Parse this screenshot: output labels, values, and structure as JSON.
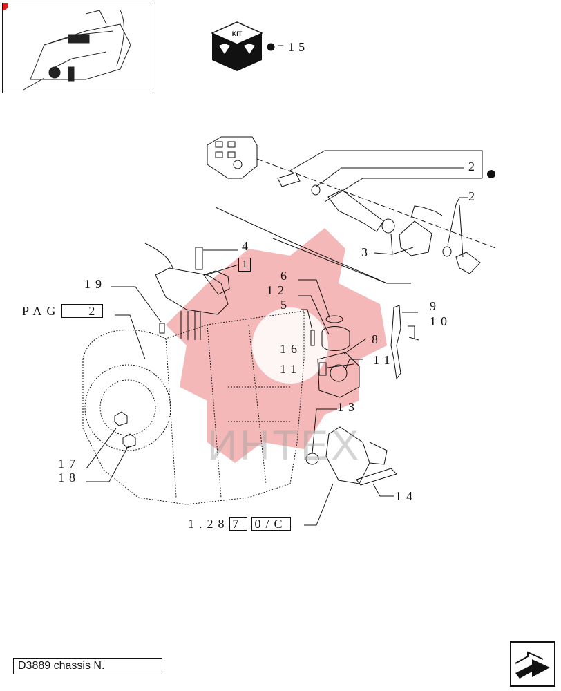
{
  "kit": {
    "label": "KIT",
    "quantity": "=15"
  },
  "page_ref": {
    "label": "PAG",
    "value": "2"
  },
  "section_ref": {
    "prefix": "1.28",
    "boxed_number": "7",
    "boxed_suffix": "0/C"
  },
  "ref_box_1": "1",
  "callouts": [
    {
      "id": "2a",
      "text": "2"
    },
    {
      "id": "2b",
      "text": "2"
    },
    {
      "id": "3",
      "text": "3"
    },
    {
      "id": "4",
      "text": "4"
    },
    {
      "id": "5",
      "text": "5"
    },
    {
      "id": "6",
      "text": "6"
    },
    {
      "id": "8",
      "text": "8"
    },
    {
      "id": "9",
      "text": "9"
    },
    {
      "id": "10",
      "text": "10"
    },
    {
      "id": "11a",
      "text": "11"
    },
    {
      "id": "11b",
      "text": "11"
    },
    {
      "id": "12",
      "text": "12"
    },
    {
      "id": "13",
      "text": "13"
    },
    {
      "id": "14",
      "text": "14"
    },
    {
      "id": "16",
      "text": "16"
    },
    {
      "id": "17",
      "text": "17"
    },
    {
      "id": "18",
      "text": "18"
    },
    {
      "id": "19",
      "text": "19"
    }
  ],
  "chassis_label": "D3889 chassis N.",
  "watermark": "ИНТЕХ",
  "colors": {
    "watermark_red": "#f2a0a0",
    "line": "#111111",
    "accent_red": "#e01b1b"
  },
  "icons": {
    "kit": "kit-cube-icon",
    "bullet": "black-dot-icon",
    "nav": "next-page-arrow-icon"
  }
}
